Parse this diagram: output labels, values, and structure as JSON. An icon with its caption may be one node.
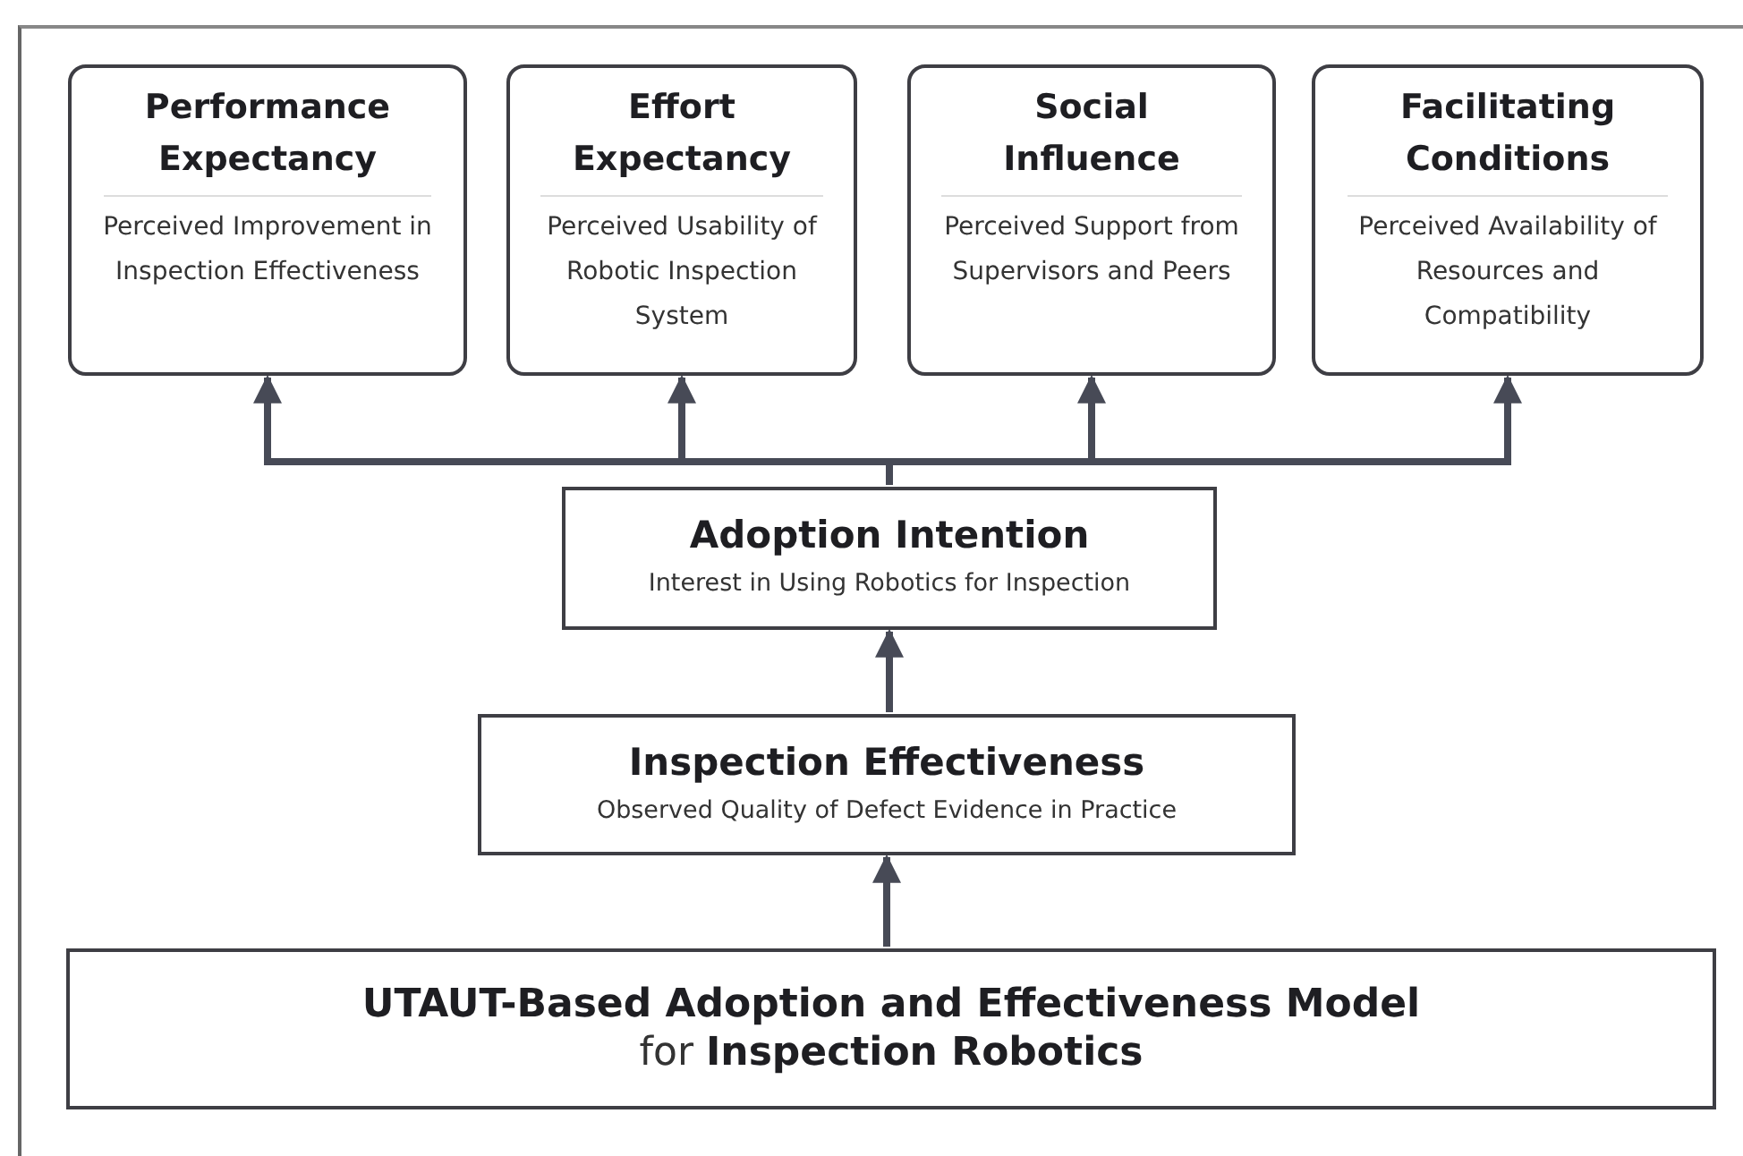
{
  "diagram": {
    "nodes": [
      {
        "text": [
          "Performance Expectancy",
          "Perceived Improvement in Inspection Effectiveness"
        ]
      },
      {
        "text": [
          "Effort Expectancy",
          "Perceived Usability of Robotic Inspection System"
        ]
      },
      {
        "text": [
          "Social Influence",
          "Perceived Support from Supervisors and Peers"
        ]
      },
      {
        "text": [
          "Facilitating Conditions",
          "Perceived Availability of Resources and Compatibility"
        ]
      },
      {
        "text": [
          "Adoption Intention",
          "Interest in Using Robotics for Inspection"
        ]
      },
      {
        "text": [
          "Inspection Effectiveness",
          "Observed Quality of Defect Evidence in Practice"
        ]
      },
      {
        "text": [
          "UTAUT-Based Adoption and Effectiveness Model",
          "for **Inspection Robotics**"
        ]
      }
    ],
    "edges": [
      {
        "from": 4,
        "to": 0,
        "arrow": "to"
      },
      {
        "from": 4,
        "to": 1,
        "arrow": "to"
      },
      {
        "from": 4,
        "to": 2,
        "arrow": "to"
      },
      {
        "from": 4,
        "to": 3,
        "arrow": "to"
      },
      {
        "from": 5,
        "to": 4,
        "arrow": "to"
      },
      {
        "from": 6,
        "to": 5,
        "arrow": "to"
      }
    ]
  }
}
